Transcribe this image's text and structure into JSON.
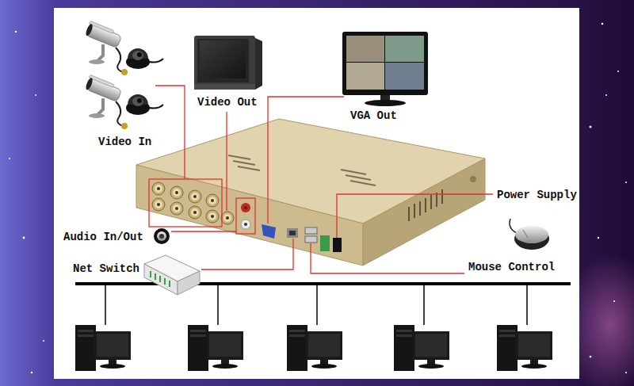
{
  "diagram": {
    "labels": [
      "Video Out",
      "VGA Out",
      "Video In",
      "Power Supply",
      "Audio In/Out",
      "Net Switch",
      "Mouse Control"
    ]
  }
}
